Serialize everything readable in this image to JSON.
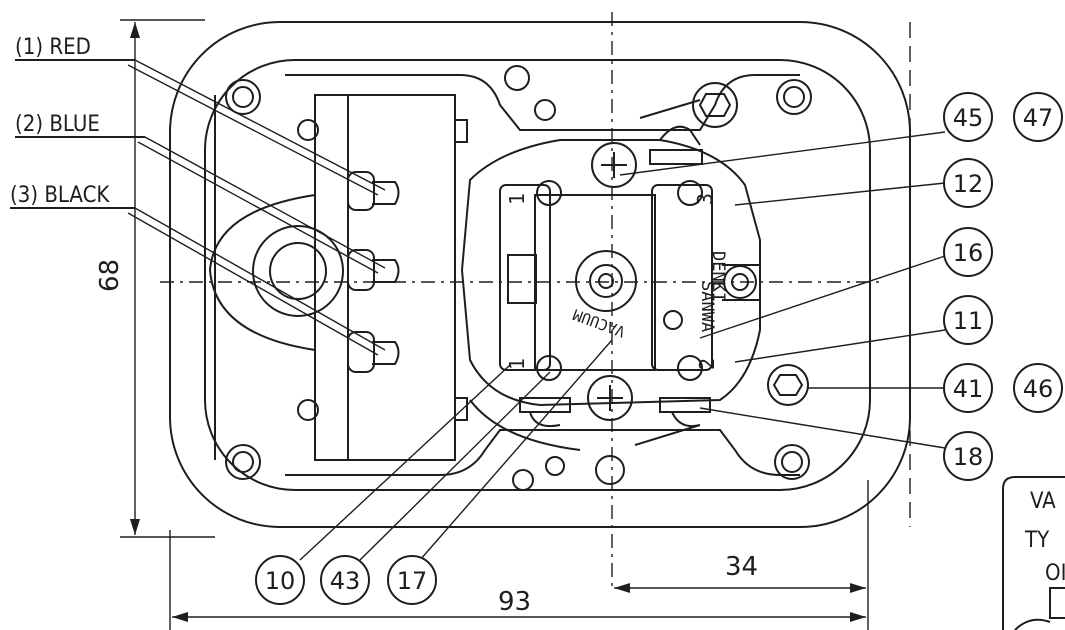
{
  "wire_labels": [
    {
      "id": "red",
      "text": "(1) RED"
    },
    {
      "id": "blue",
      "text": "(2) BLUE"
    },
    {
      "id": "black",
      "text": "(3) BLACK"
    }
  ],
  "callouts": {
    "c45": "45",
    "c47": "47",
    "c12": "12",
    "c16": "16",
    "c11": "11",
    "c41": "41",
    "c46": "46",
    "c18": "18",
    "c10": "10",
    "c43": "43",
    "c17": "17"
  },
  "dimensions": {
    "height": "68",
    "width": "93",
    "offset": "34"
  },
  "switch_markings": {
    "brand_line1": "SANWA",
    "brand_line2": "DENKI",
    "vacuum": "VACUUM",
    "terminal1_top": "1",
    "terminal1_bottom": "1",
    "terminal2": "2",
    "terminal3": "3"
  },
  "title_block": {
    "line1": "VA",
    "line2": "TY",
    "line3": "OI"
  }
}
